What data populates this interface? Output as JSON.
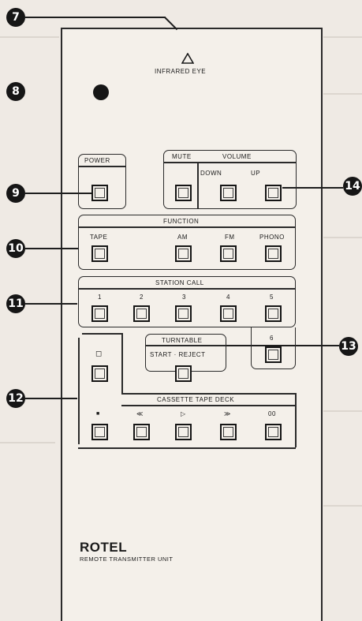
{
  "callouts": [
    "7",
    "8",
    "9",
    "10",
    "11",
    "12",
    "13",
    "14"
  ],
  "remote": {
    "infrared_eye": "INFRARED EYE",
    "power": {
      "title": "POWER"
    },
    "volume": {
      "mute": "MUTE",
      "title": "VOLUME",
      "down": "DOWN",
      "up": "UP"
    },
    "function": {
      "title": "FUNCTION",
      "tape": "TAPE",
      "am": "AM",
      "fm": "FM",
      "phono": "PHONO"
    },
    "station_call": {
      "title": "STATION CALL",
      "keys": [
        "1",
        "2",
        "3",
        "4",
        "5",
        "6"
      ]
    },
    "turntable": {
      "title": "TURNTABLE",
      "start_reject": "START · REJECT"
    },
    "cassette": {
      "title": "CASSETTE TAPE DECK",
      "eject": "◻",
      "stop": "■",
      "rew": "≪",
      "play": "▷",
      "ff": "≫",
      "pause": "00"
    },
    "brand": "ROTEL",
    "subtitle": "REMOTE TRANSMITTER UNIT"
  }
}
